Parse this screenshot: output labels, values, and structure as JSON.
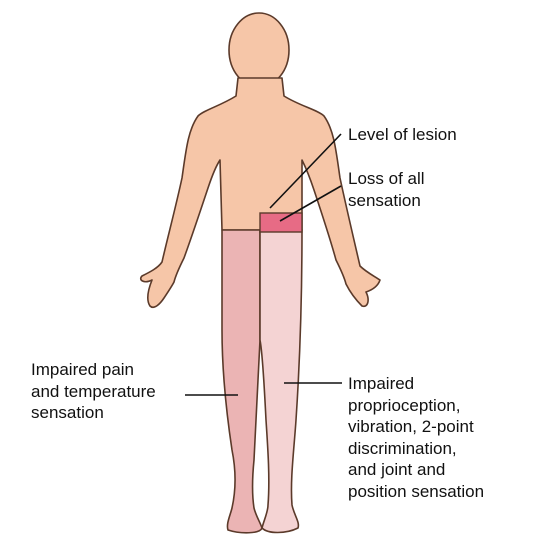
{
  "labels": {
    "level_of_lesion": "Level of lesion",
    "loss_of_all_sensation": "Loss of all\nsensation",
    "impaired_pain_temperature": "Impaired pain\nand temperature\nsensation",
    "impaired_proprioception": "Impaired\nproprioception,\nvibration, 2-point\ndiscrimination,\nand joint and\nposition sensation"
  },
  "colors": {
    "skin": "#f6c6a8",
    "outline": "#5b3a2a",
    "loss_of_sensation": "#e76b85",
    "impaired_pain_temperature": "#ebb4b4",
    "impaired_proprioception": "#f4d3d3",
    "pointer_line": "#111111"
  }
}
